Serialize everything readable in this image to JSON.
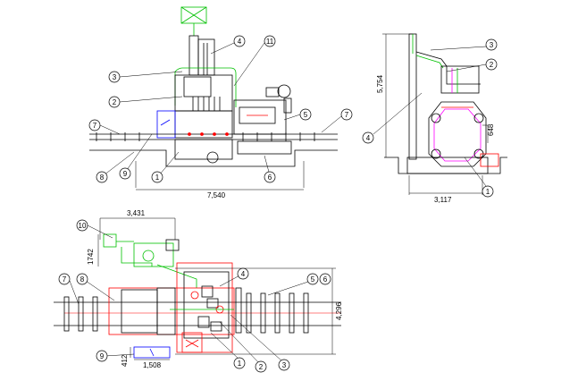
{
  "dimensions": {
    "front_width": "7,540",
    "side_height": "5,754",
    "side_width": "3,117",
    "side_pit": "648",
    "plan_width": "3,431",
    "plan_height_left": "1742",
    "plan_depth": "4,296",
    "plan_small_width": "1,508",
    "plan_small_height": "412"
  },
  "callouts": {
    "c1": "1",
    "c2": "2",
    "c3": "3",
    "c4": "4",
    "c5": "5",
    "c6": "6",
    "c7": "7",
    "c8": "8",
    "c9": "9",
    "c10": "10",
    "c11": "11"
  },
  "colors": {
    "line": "#000000",
    "green": "#00c000",
    "blue": "#0000ff",
    "red": "#ff0000",
    "magenta": "#ff00ff",
    "gray": "#888888"
  }
}
